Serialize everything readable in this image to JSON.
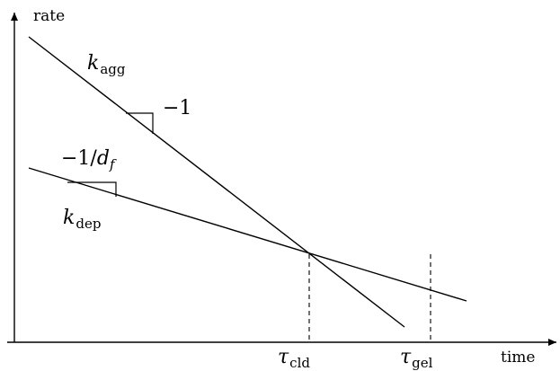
{
  "axes": {
    "y_label": "rate",
    "x_label": "time"
  },
  "lines": {
    "agg": {
      "symbol": "k",
      "subscript": "agg",
      "slope_label": "−1"
    },
    "dep": {
      "symbol": "k",
      "subscript": "dep",
      "slope_label_prefix": "−1/",
      "slope_label_symbol": "d",
      "slope_label_subscript": "f"
    }
  },
  "markers": {
    "cld": {
      "symbol": "τ",
      "subscript": "cld"
    },
    "gel": {
      "symbol": "τ",
      "subscript": "gel"
    }
  }
}
